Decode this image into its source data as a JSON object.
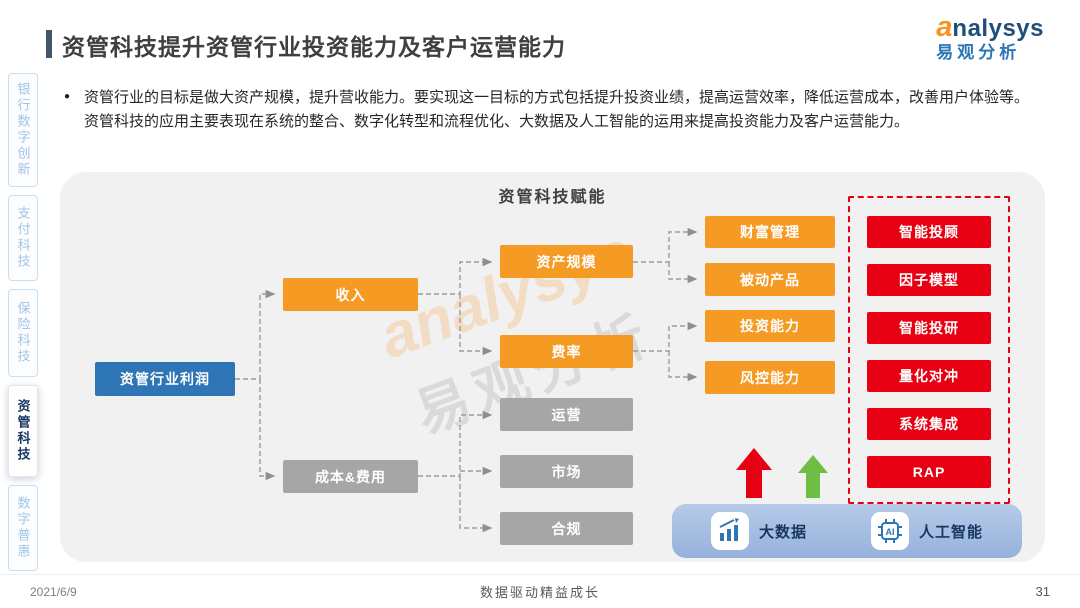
{
  "meta": {
    "brand": "analysys",
    "brand_initial": "a",
    "brand_rest": "nalysys",
    "brand_cn": "易观分析"
  },
  "header": {
    "title": "资管科技提升资管行业投资能力及客户运营能力",
    "bullet_text": "资管行业的目标是做大资产规模，提升营收能力。要实现这一目标的方式包括提升投资业绩，提高运营效率，降低运营成本，改善用户体验等。资管科技的应用主要表现在系统的整合、数字化转型和流程优化、大数据及人工智能的运用来提高投资能力及客户运营能力。"
  },
  "sidebar": {
    "active_index": 3,
    "items": [
      {
        "label": "银行数字创新"
      },
      {
        "label": "支付科技"
      },
      {
        "label": "保险科技"
      },
      {
        "label": "资管科技"
      },
      {
        "label": "数字普惠"
      }
    ]
  },
  "watermark": {
    "line1": "analysys",
    "line2": "易观分析"
  },
  "diagram": {
    "title": "资管科技赋能",
    "root": {
      "label": "资管行业利润"
    },
    "income": {
      "label": "收入"
    },
    "cost": {
      "label": "成本&费用"
    },
    "scale": {
      "label": "资产规模"
    },
    "rate": {
      "label": "费率"
    },
    "ops": {
      "label": "运营"
    },
    "market": {
      "label": "市场"
    },
    "compliance": {
      "label": "合规"
    },
    "wealth": {
      "label": "财富管理"
    },
    "passive": {
      "label": "被动产品"
    },
    "invest": {
      "label": "投资能力"
    },
    "risk": {
      "label": "风控能力"
    },
    "tech": [
      "智能投顾",
      "因子模型",
      "智能投研",
      "量化对冲",
      "系统集成",
      "RAP"
    ],
    "bottom": {
      "bigdata": "大数据",
      "ai": "人工智能",
      "ai_icon_text": "AI"
    }
  },
  "footer": {
    "date": "2021/6/9",
    "slogan": "数据驱动精益成长",
    "page": "31"
  },
  "colors": {
    "accent_blue": "#2E75B6",
    "orange": "#F59A23",
    "gray": "#A6A6A6",
    "red": "#E60012",
    "green": "#6FBE44",
    "panel_bg": "#F1F1F2",
    "bar_blue": "#A5BDE2",
    "brand_orange": "#F7941E",
    "brand_blue": "#1F4E79"
  }
}
